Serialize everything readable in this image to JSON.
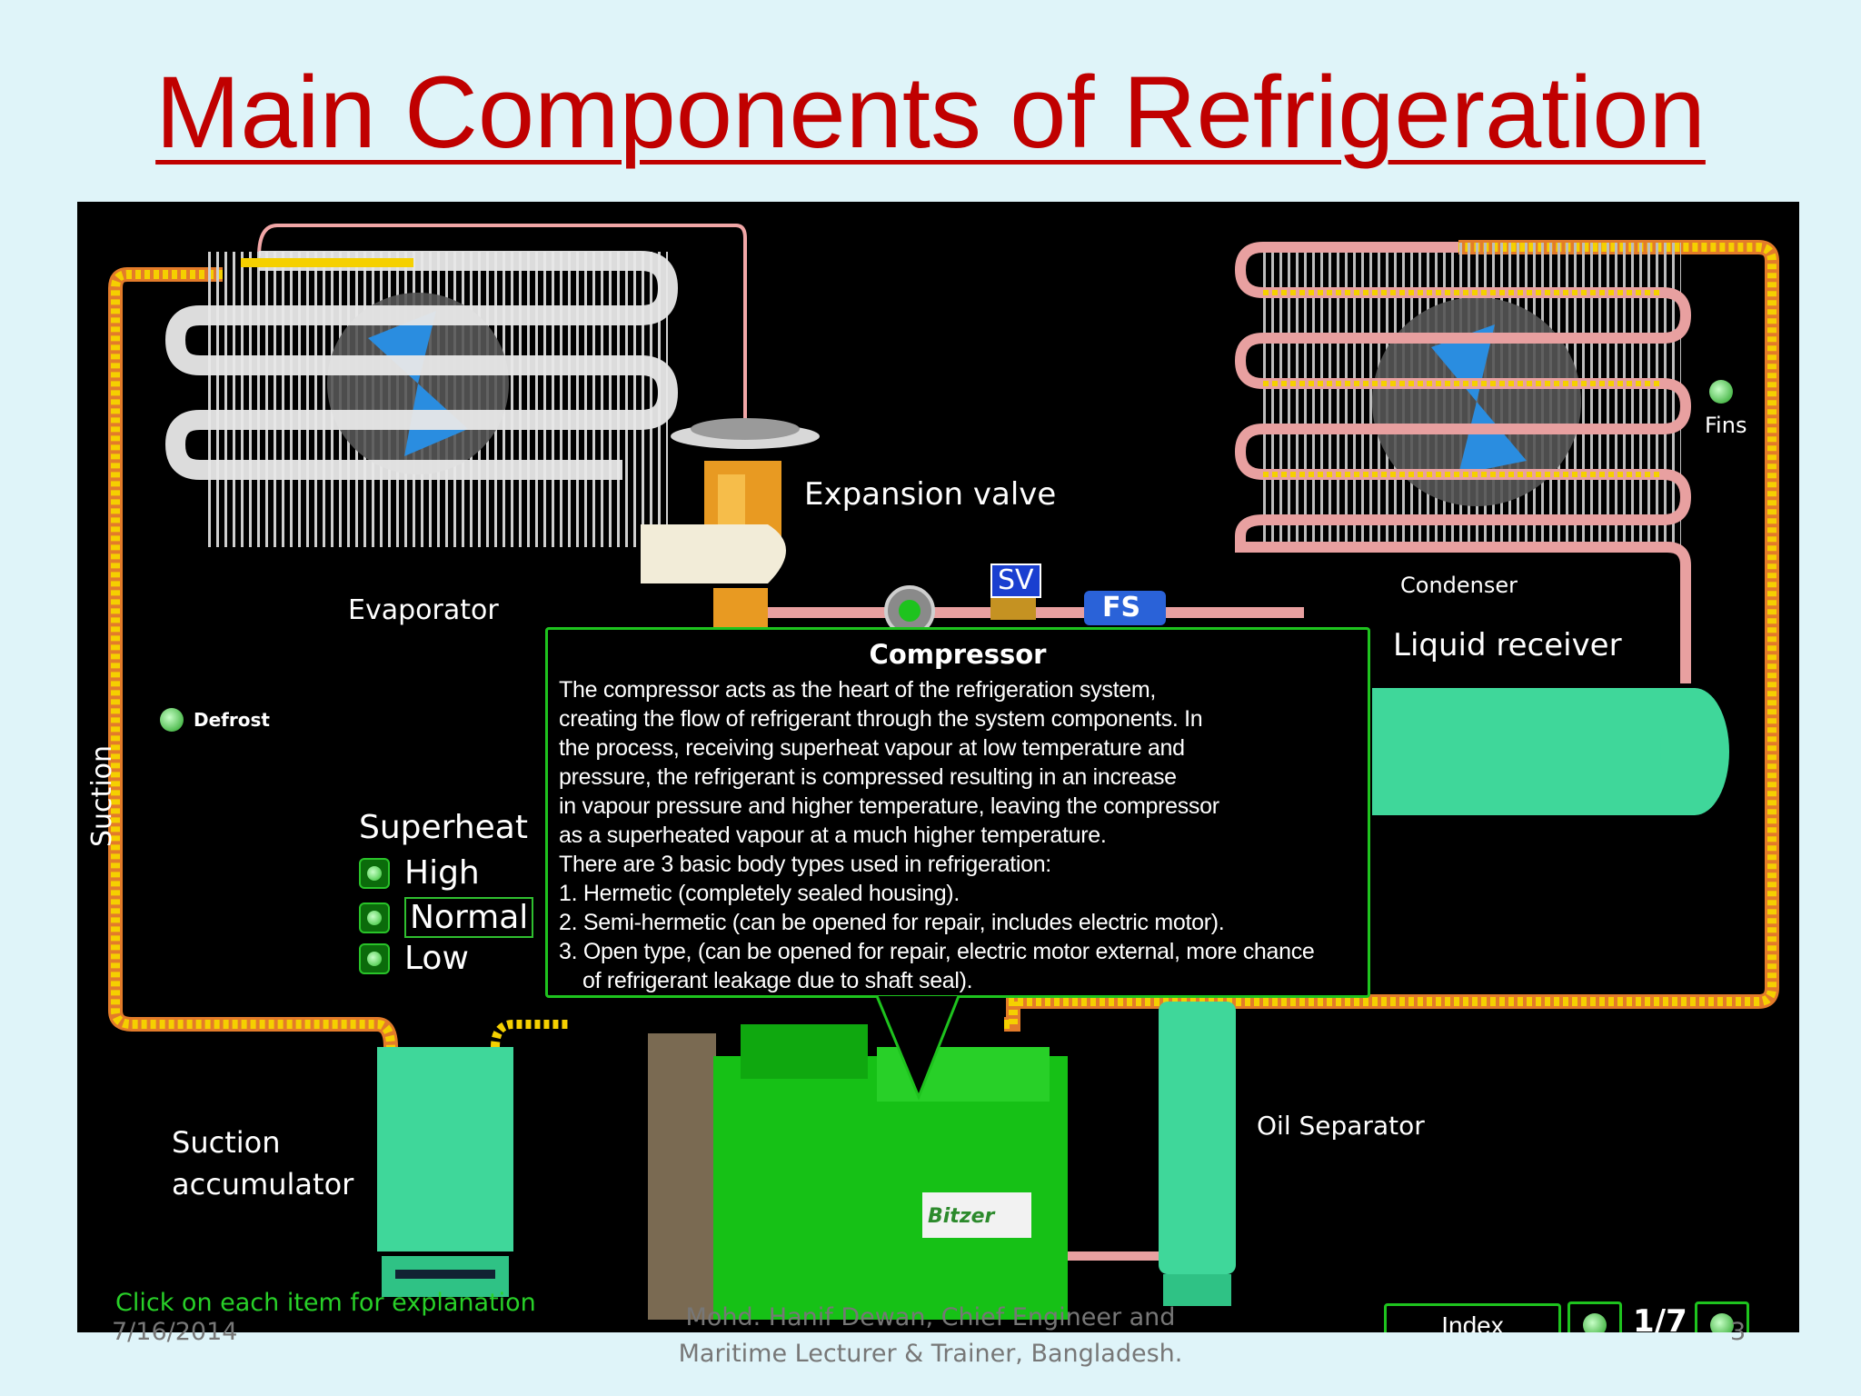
{
  "slide": {
    "title": "Main Components of Refrigeration",
    "date": "7/16/2014",
    "author_line1": "Mohd. Hanif Dewan, Chief Engineer and",
    "author_line2": "Maritime Lecturer & Trainer, Bangladesh.",
    "page_number": "3"
  },
  "diagram": {
    "labels": {
      "evaporator": "Evaporator",
      "expansion_valve": "Expansion valve",
      "condenser": "Condenser",
      "fins": "Fins",
      "liquid_receiver": "Liquid receiver",
      "defrost": "Defrost",
      "suction": "Suction",
      "suction_accumulator_1": "Suction",
      "suction_accumulator_2": "accumulator",
      "oil_separator": "Oil Separator",
      "sv": "SV",
      "fs": "FS",
      "hint": "Click on each item for explanation",
      "index": "Index",
      "pager": "1/7"
    },
    "superheat": {
      "title": "Superheat",
      "options": [
        "High",
        "Normal",
        "Low"
      ],
      "selected": "Normal"
    },
    "callout": {
      "title": "Compressor",
      "lines": [
        "The compressor acts as the heart of the refrigeration system,",
        "creating the flow of refrigerant through the system components. In",
        "the process, receiving superheat vapour at low temperature and",
        "pressure, the refrigerant is compressed resulting in an increase",
        "in vapour pressure and higher temperature, leaving the compressor",
        "as a superheated vapour at a much higher temperature.",
        "There are 3 basic body types used in refrigeration:",
        "1. Hermetic (completely sealed housing).",
        "2. Semi-hermetic (can be opened for repair, includes electric motor).",
        "3. Open type, (can be opened for repair, electric motor external, more chance",
        "   of refrigerant leakage due to shaft seal)."
      ]
    },
    "brand": "Bitzer",
    "colors": {
      "accent_green": "#1ec31e",
      "title_red": "#c00000",
      "pipe_yellow": "#f5d000",
      "pipe_pink": "#e8a0a0",
      "vessel_green": "#3fd79a"
    }
  }
}
